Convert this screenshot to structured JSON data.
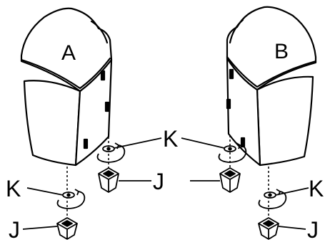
{
  "diagram": {
    "stroke_color": "#000000",
    "background": "#ffffff",
    "labels": {
      "left_part": "A",
      "right_part": "B",
      "swivel_plate": "K",
      "glide_foot": "J"
    }
  }
}
